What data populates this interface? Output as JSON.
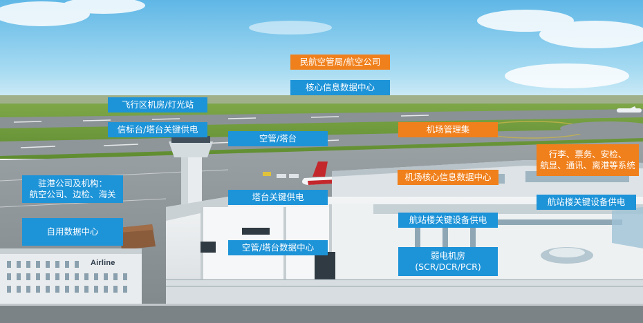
{
  "labels": {
    "caac": "民航空管局/航空公司",
    "core_data_center": "核心信息数据中心",
    "airfield_room": "飞行区机房/灯光站",
    "beacon_power": "信标台/塔台关键供电",
    "atc_tower": "空管/塔台",
    "airport_mgmt": "机场管理集",
    "baggage_systems_line1": "行李、票务、安检、",
    "baggage_systems_line2": "航显、通讯、离港等系统",
    "resident_line1": "驻港公司及机构：",
    "resident_line2": "航空公司、边检、海关",
    "airport_core_dc": "机场核心信息数据中心",
    "tower_power": "塔台关键供电",
    "terminal_power_right": "航站楼关键设备供电",
    "terminal_power_center": "航站楼关键设备供电",
    "own_dc": "自用数据中心",
    "atc_data_center": "空管/塔台数据中心",
    "weak_room_line1": "弱电机房",
    "weak_room_line2": "(SCR/DCR/PCR)"
  },
  "building_sign": "Airline",
  "colors": {
    "label_blue": "#1d93d8",
    "label_orange": "#f0801c",
    "sky": "#7fc7ea",
    "grass": "#6f9a3a",
    "tarmac": "#8e9599"
  }
}
